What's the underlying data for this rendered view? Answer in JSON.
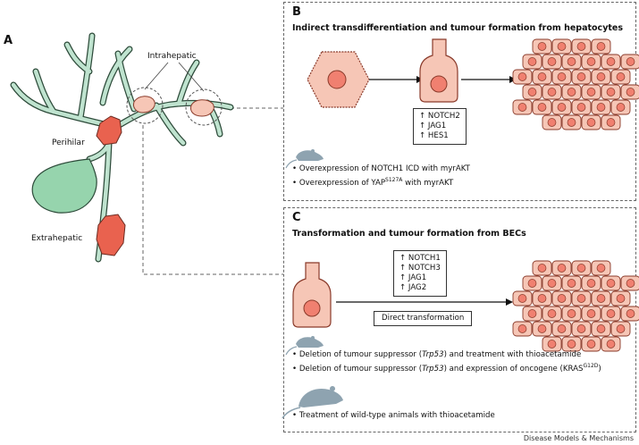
{
  "panelA": {
    "letter": "A",
    "intrahepatic": "Intrahepatic",
    "perihilar": "Perihilar",
    "extrahepatic": "Extrahepatic"
  },
  "panelB": {
    "letter": "B",
    "title": "Indirect transdifferentiation and tumour formation from hepatocytes",
    "markers": [
      "↑ NOTCH2",
      "↑ JAG1",
      "↑ HES1"
    ],
    "models": [
      "Overexpression of NOTCH1 ICD with myrAKT",
      "Overexpression of YAP",
      "S127A",
      " with myrAKT"
    ]
  },
  "panelC": {
    "letter": "C",
    "title": "Transformation and tumour formation from BECs",
    "markers": [
      "↑ NOTCH1",
      "↑ NOTCH3",
      "↑ JAG1",
      "↑ JAG2"
    ],
    "transform_label": "Direct transformation",
    "mouse_models": [
      "Deletion of tumour suppressor (",
      "Trp53",
      ") and treatment with thioacetamide",
      "Deletion of tumour suppressor (",
      "Trp53",
      ") and expression of oncogene (KRAS",
      "G12D",
      ")"
    ],
    "rat_model": "Treatment of wild-type animals with thioacetamide"
  },
  "footer": "Disease Models & Mechanisms",
  "colors": {
    "cell_fill": "#f6c6b6",
    "cell_stroke": "#8a3a2a",
    "nucleus": "#f08070",
    "duct": "#bfe3cf",
    "gallbladder": "#96d4ad",
    "tumour": "#e9624f",
    "rodent": "#8ea3b0"
  }
}
